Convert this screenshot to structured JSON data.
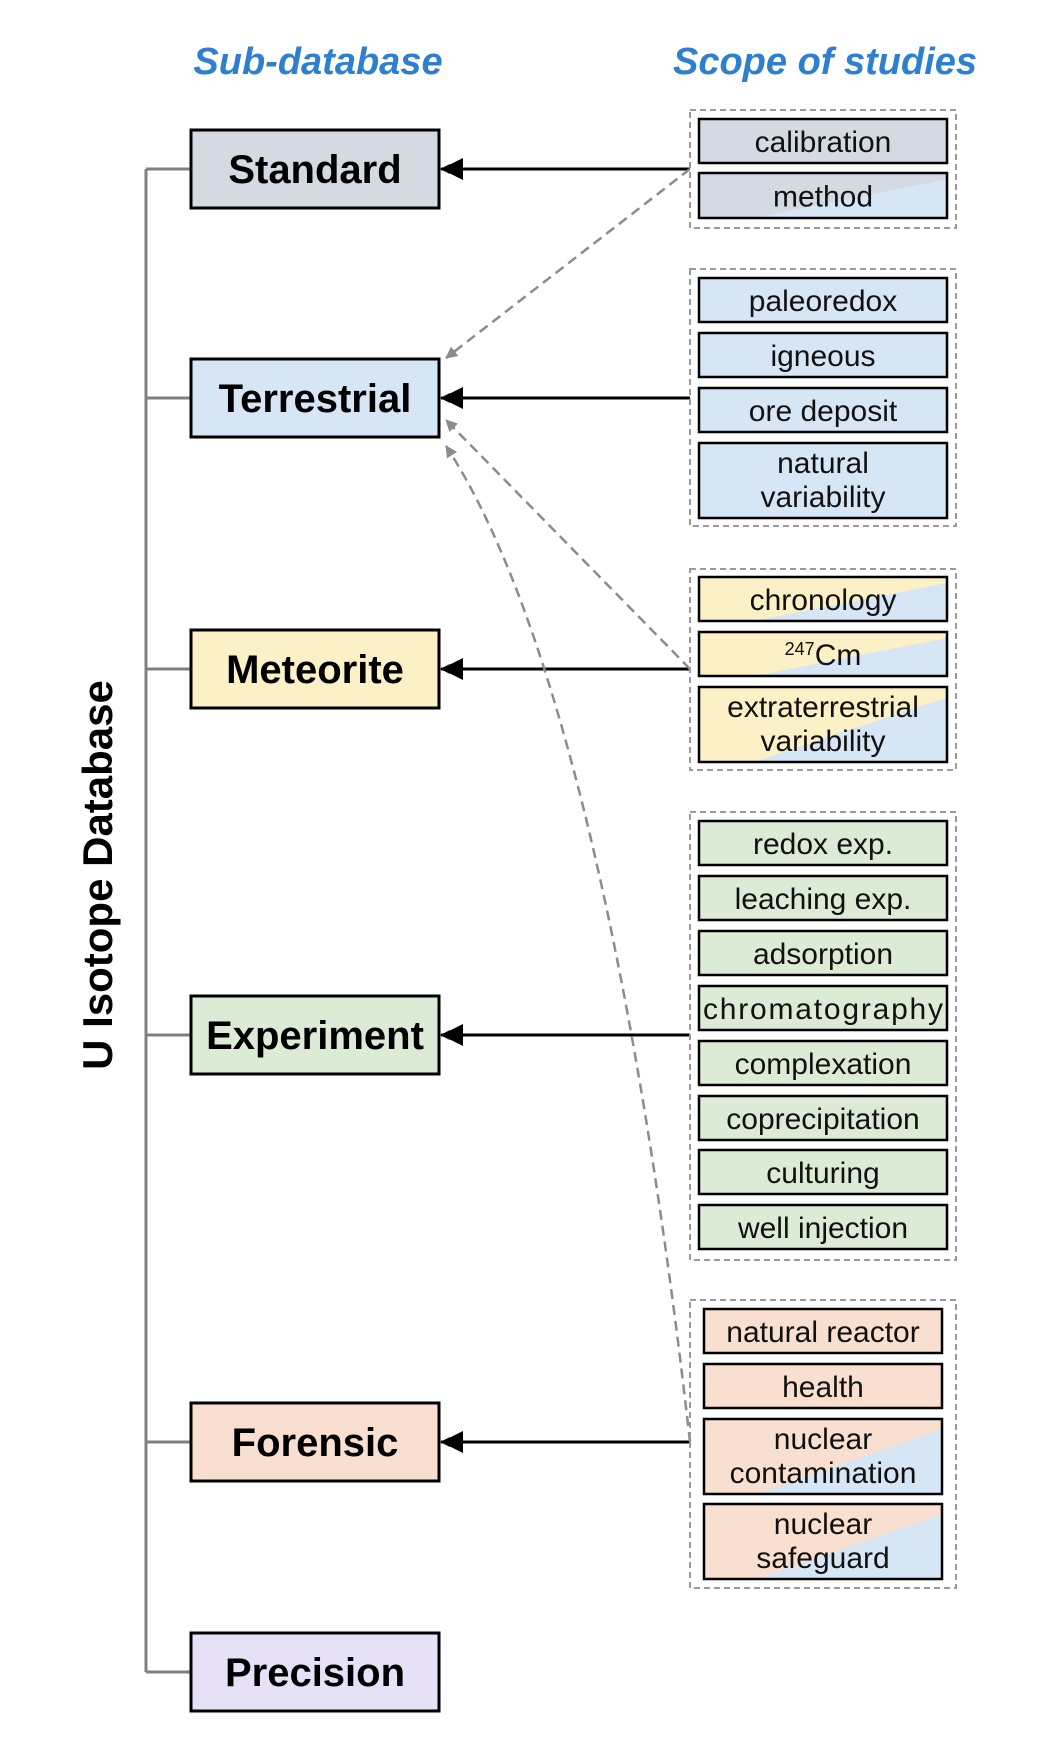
{
  "headers": {
    "sub_database": "Sub-database",
    "scope_of_studies": "Scope of studies"
  },
  "root_label": "U Isotope Database",
  "categories": [
    {
      "id": "standard",
      "label": "Standard",
      "color": "#d4dae2"
    },
    {
      "id": "terrestrial",
      "label": "Terrestrial",
      "color": "#d6e6f5"
    },
    {
      "id": "meteorite",
      "label": "Meteorite",
      "color": "#fbf0c6"
    },
    {
      "id": "experiment",
      "label": "Experiment",
      "color": "#dcebd5"
    },
    {
      "id": "forensic",
      "label": "Forensic",
      "color": "#f9dfd0"
    },
    {
      "id": "precision",
      "label": "Precision",
      "color": "#e6e1f7"
    }
  ],
  "scope_groups": [
    {
      "category": "standard",
      "items": [
        {
          "label": "calibration",
          "color": "#d4dae2"
        },
        {
          "label": "method",
          "color": "#d4dae2",
          "color2": "#d6e6f5"
        }
      ]
    },
    {
      "category": "terrestrial",
      "items": [
        {
          "label": "paleoredox",
          "color": "#d6e6f5"
        },
        {
          "label": "igneous",
          "color": "#d6e6f5"
        },
        {
          "label": "ore deposit",
          "color": "#d6e6f5"
        },
        {
          "label": "natural variability",
          "color": "#d6e6f5"
        }
      ]
    },
    {
      "category": "meteorite",
      "items": [
        {
          "label": "chronology",
          "color": "#fbf0c6",
          "color2": "#d6e6f5"
        },
        {
          "label": "247Cm",
          "sup": "247",
          "base": "Cm",
          "color": "#fbf0c6",
          "color2": "#d6e6f5"
        },
        {
          "label": "extraterrestrial variability",
          "color": "#fbf0c6",
          "color2": "#d6e6f5"
        }
      ]
    },
    {
      "category": "experiment",
      "items": [
        {
          "label": "redox exp.",
          "color": "#dcebd5"
        },
        {
          "label": "leaching exp.",
          "color": "#dcebd5"
        },
        {
          "label": "adsorption",
          "color": "#dcebd5"
        },
        {
          "label": "chromatography",
          "color": "#dcebd5"
        },
        {
          "label": "complexation",
          "color": "#dcebd5"
        },
        {
          "label": "coprecipitation",
          "color": "#dcebd5"
        },
        {
          "label": "culturing",
          "color": "#dcebd5"
        },
        {
          "label": "well injection",
          "color": "#dcebd5"
        }
      ]
    },
    {
      "category": "forensic",
      "items": [
        {
          "label": "natural reactor",
          "color": "#f9dfd0"
        },
        {
          "label": "health",
          "color": "#f9dfd0"
        },
        {
          "label": "nuclear contamination",
          "color": "#f9dfd0",
          "color2": "#d6e6f5"
        },
        {
          "label": "nuclear safeguard",
          "color": "#f9dfd0",
          "color2": "#d6e6f5"
        }
      ]
    }
  ],
  "links": [
    {
      "from": "standard",
      "to": "standard",
      "style": "solid"
    },
    {
      "from": "terrestrial",
      "to": "terrestrial",
      "style": "solid"
    },
    {
      "from": "meteorite",
      "to": "meteorite",
      "style": "solid"
    },
    {
      "from": "experiment",
      "to": "experiment",
      "style": "solid"
    },
    {
      "from": "forensic",
      "to": "forensic",
      "style": "solid"
    },
    {
      "from": "standard",
      "to": "terrestrial",
      "style": "dashed"
    },
    {
      "from": "meteorite",
      "to": "terrestrial",
      "style": "dashed"
    },
    {
      "from": "forensic",
      "to": "terrestrial",
      "style": "dashed"
    }
  ],
  "colors": {
    "header": "#2f7fd0",
    "tree_line": "#808080",
    "dashed_arrow": "#8c8c8c",
    "solid_arrow": "#000000"
  }
}
